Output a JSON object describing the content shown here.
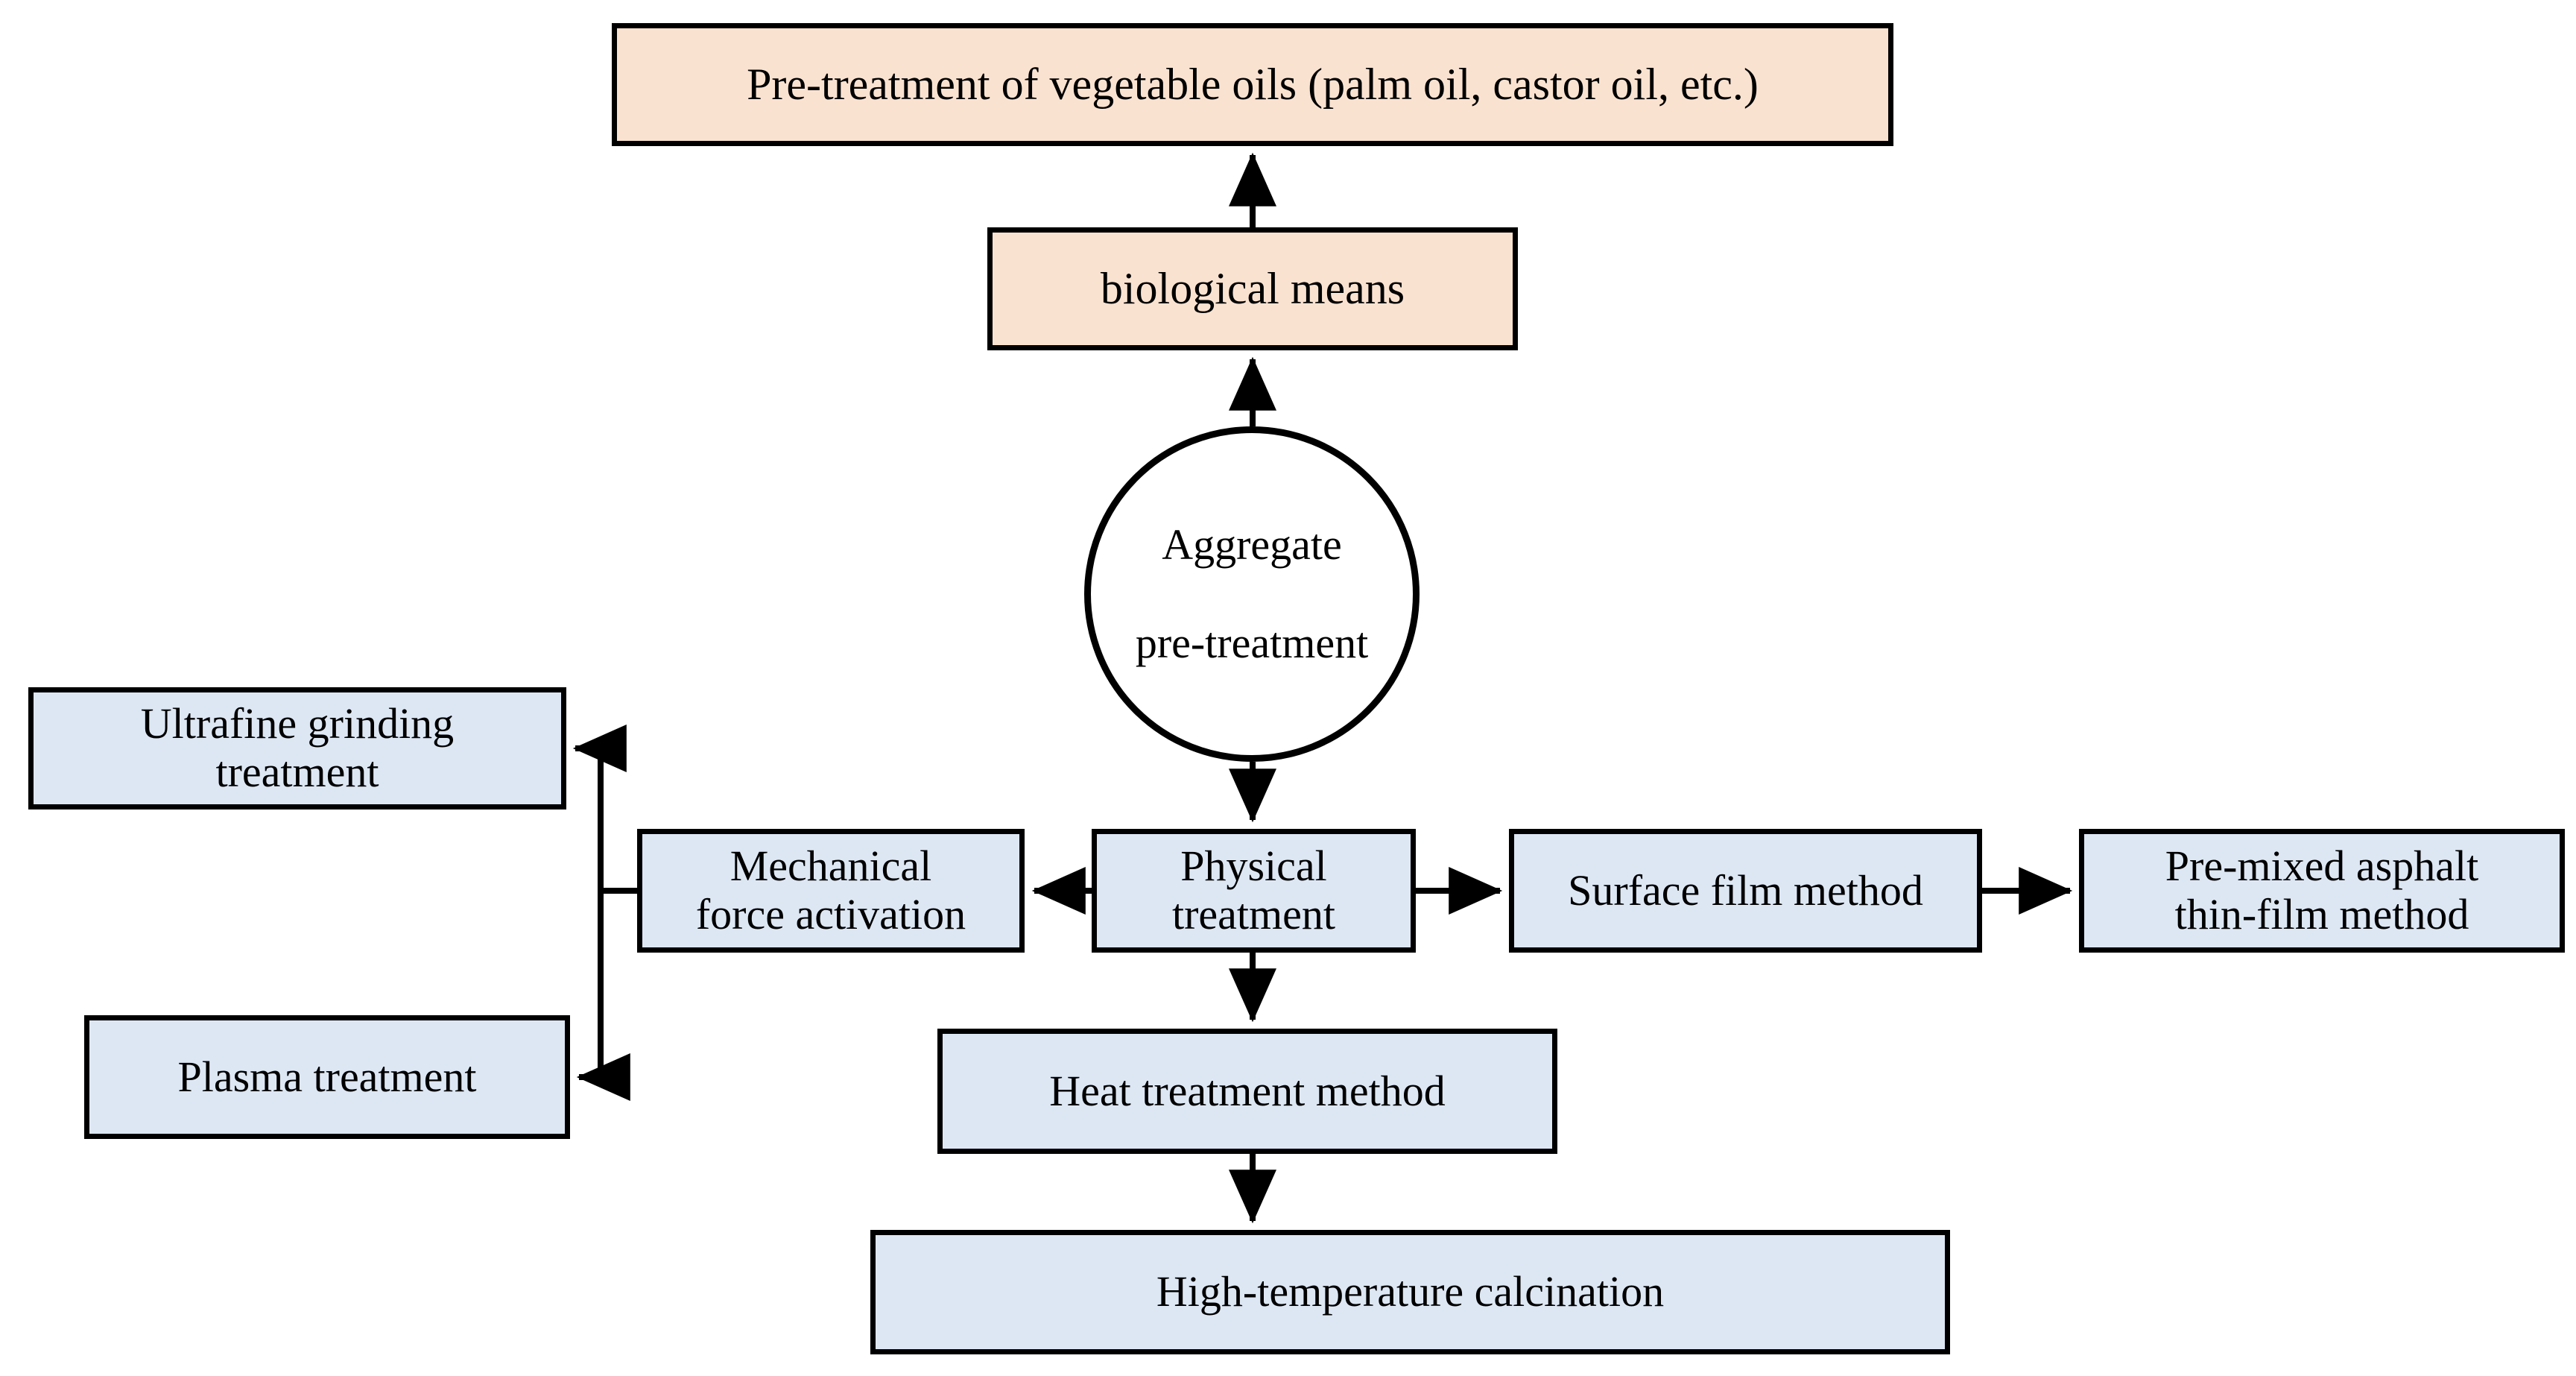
{
  "diagram": {
    "title": "Aggregate pre-treatment methods flowchart",
    "colors": {
      "peach_fill": "#FAE2D0",
      "blue_fill": "#DDE7F4",
      "stroke": "#000000",
      "circle_fill": "#FFFFFF"
    },
    "nodes": {
      "vegetable_oils": "Pre-treatment of vegetable oils (palm oil, castor oil, etc.)",
      "biological_means": "biological means",
      "aggregate_pretreatment_line1": "Aggregate",
      "aggregate_pretreatment_line2": "pre-treatment",
      "ultrafine_grinding_line1": "Ultrafine grinding",
      "ultrafine_grinding_line2": "treatment",
      "mechanical_force_line1": "Mechanical",
      "mechanical_force_line2": "force activation",
      "physical_treatment_line1": "Physical",
      "physical_treatment_line2": "treatment",
      "surface_film_method": "Surface film method",
      "premixed_asphalt_line1": "Pre-mixed asphalt",
      "premixed_asphalt_line2": "thin-film method",
      "plasma_treatment": "Plasma treatment",
      "heat_treatment_method": "Heat treatment method",
      "high_temperature_calcination": "High-temperature calcination"
    },
    "edges": [
      {
        "from": "aggregate-pretreatment",
        "to": "biological-means",
        "direction": "up"
      },
      {
        "from": "biological-means",
        "to": "vegetable-oils",
        "direction": "up"
      },
      {
        "from": "aggregate-pretreatment",
        "to": "physical-treatment",
        "direction": "down"
      },
      {
        "from": "physical-treatment",
        "to": "mechanical-force-activation",
        "direction": "left"
      },
      {
        "from": "physical-treatment",
        "to": "surface-film-method",
        "direction": "right"
      },
      {
        "from": "surface-film-method",
        "to": "premixed-asphalt-thin-film-method",
        "direction": "right"
      },
      {
        "from": "physical-treatment",
        "to": "heat-treatment-method",
        "direction": "down"
      },
      {
        "from": "heat-treatment-method",
        "to": "high-temperature-calcination",
        "direction": "down"
      },
      {
        "from": "mechanical-force-activation",
        "to": "ultrafine-grinding-treatment",
        "direction": "left-branch-up"
      },
      {
        "from": "mechanical-force-activation",
        "to": "plasma-treatment",
        "direction": "left-branch-down"
      }
    ]
  }
}
